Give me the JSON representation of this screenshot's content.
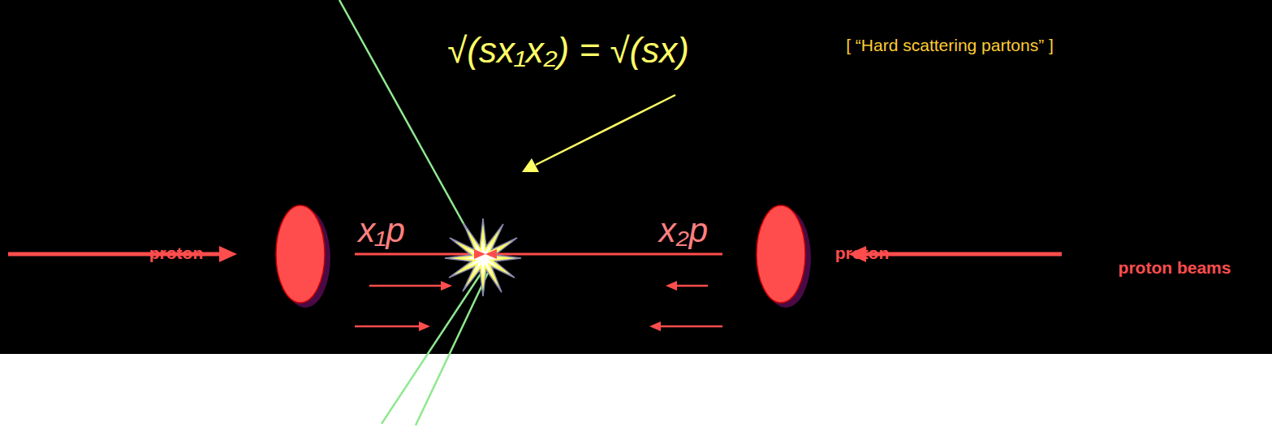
{
  "diagram": {
    "labels": [
      "√(sx₁x₂) = √(sx)",
      "[ “Hard scattering partons” ]",
      "x₁p",
      "x₂p",
      "proton",
      "proton",
      "proton beams"
    ]
  }
}
